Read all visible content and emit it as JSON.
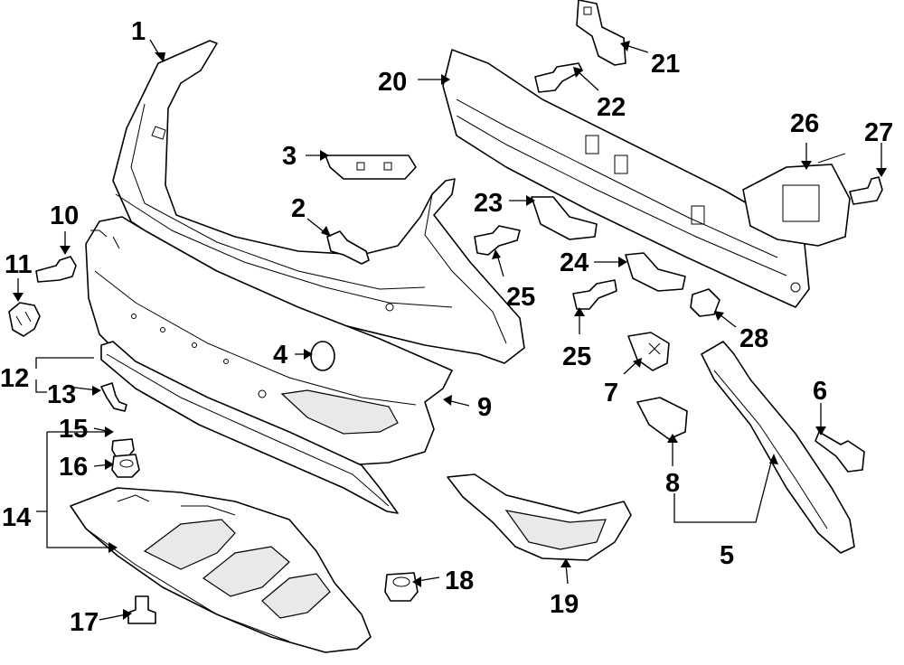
{
  "callouts": {
    "n1": "1",
    "n2": "2",
    "n3": "3",
    "n4": "4",
    "n5": "5",
    "n6": "6",
    "n7": "7",
    "n8": "8",
    "n9": "9",
    "n10": "10",
    "n11": "11",
    "n12": "12",
    "n13": "13",
    "n14": "14",
    "n15": "15",
    "n16": "16",
    "n17": "17",
    "n18": "18",
    "n19": "19",
    "n20": "20",
    "n21": "21",
    "n22": "22",
    "n23": "23",
    "n24": "24",
    "n25a": "25",
    "n25b": "25",
    "n26": "26",
    "n27": "27",
    "n28": "28"
  }
}
